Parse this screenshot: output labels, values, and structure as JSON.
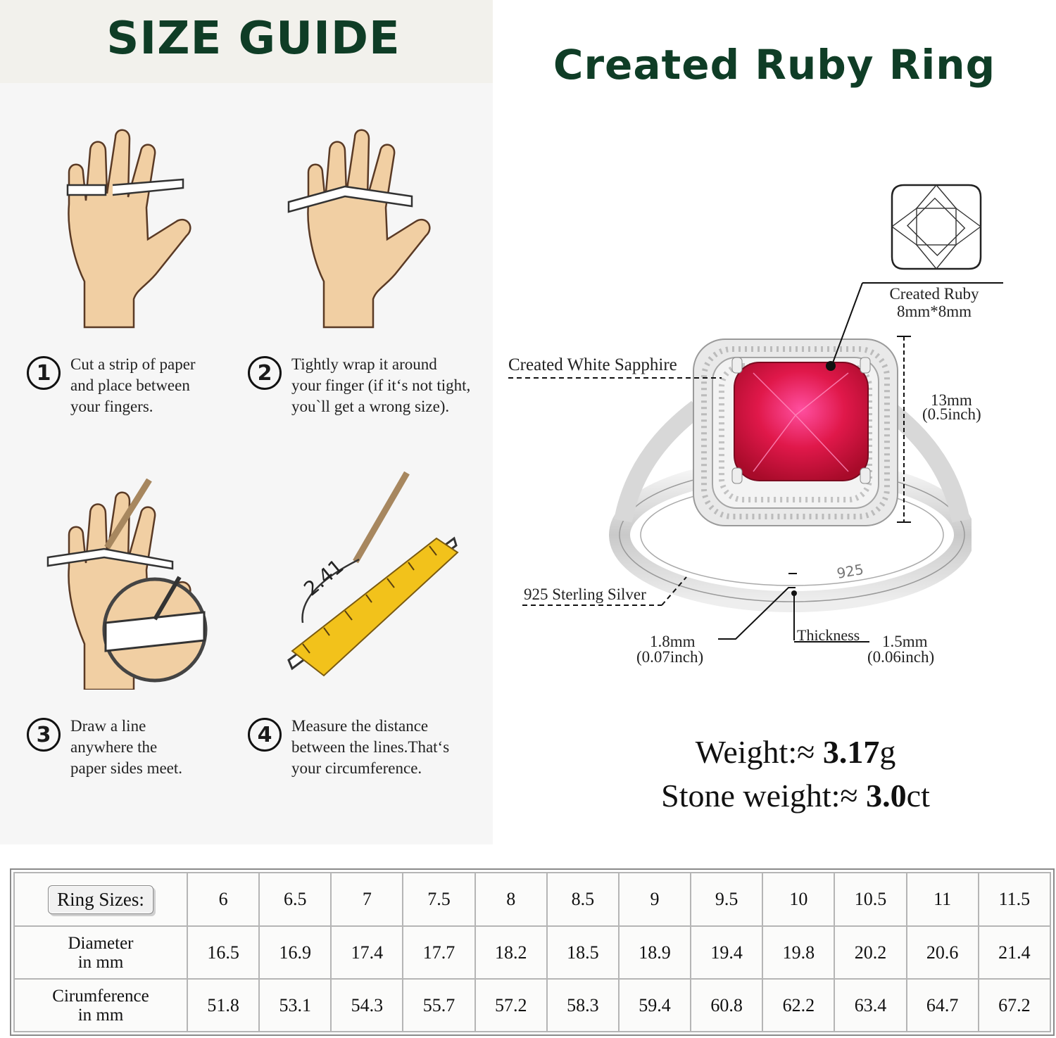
{
  "guide": {
    "title": "SIZE GUIDE",
    "steps": [
      {
        "num": "1",
        "text": "Cut a strip of paper\nand place between\nyour fingers."
      },
      {
        "num": "2",
        "text": "Tightly wrap it around\nyour finger (if it‘s not tight,\nyou`ll get a wrong size)."
      },
      {
        "num": "3",
        "text": "Draw a line\nanywhere the\npaper sides meet."
      },
      {
        "num": "4",
        "text": "Measure the distance\nbetween the lines.That‘s\nyour circumference."
      }
    ],
    "ruler_reading": "2.41"
  },
  "product": {
    "title": "Created Ruby Ring",
    "labels": {
      "ruby_name": "Created Ruby",
      "ruby_size": "8mm*8mm",
      "sapphire": "Created White Sapphire",
      "height_mm": "13mm",
      "height_in": "(0.5inch)",
      "silver": "925 Sterling Silver",
      "band_stamp": "925",
      "thickness": "Thickness",
      "width_mm": "1.8mm",
      "width_in": "(0.07inch)",
      "thick_mm": "1.5mm",
      "thick_in": "(0.06inch)"
    },
    "weight": {
      "label": "Weight:≈ ",
      "value": "3.17",
      "unit": "g"
    },
    "stone_weight": {
      "label": "Stone weight:≈ ",
      "value": "3.0",
      "unit": "ct"
    },
    "colors": {
      "title_green": "#0f3d26",
      "ruby": "#d4143e",
      "ruler": "#f2c21b",
      "skin": "#f1cfa3"
    }
  },
  "table": {
    "ring_sizes_label": "Ring Sizes:",
    "sizes": [
      "6",
      "6.5",
      "7",
      "7.5",
      "8",
      "8.5",
      "9",
      "9.5",
      "10",
      "10.5",
      "11",
      "11.5"
    ],
    "diameter_label_1": "Diameter",
    "diameter_label_2": "in mm",
    "diameter": [
      "16.5",
      "16.9",
      "17.4",
      "17.7",
      "18.2",
      "18.5",
      "18.9",
      "19.4",
      "19.8",
      "20.2",
      "20.6",
      "21.4"
    ],
    "circ_label_1": "Cirumference",
    "circ_label_2": "in mm",
    "circumference": [
      "51.8",
      "53.1",
      "54.3",
      "55.7",
      "57.2",
      "58.3",
      "59.4",
      "60.8",
      "62.2",
      "63.4",
      "64.7",
      "67.2"
    ]
  }
}
